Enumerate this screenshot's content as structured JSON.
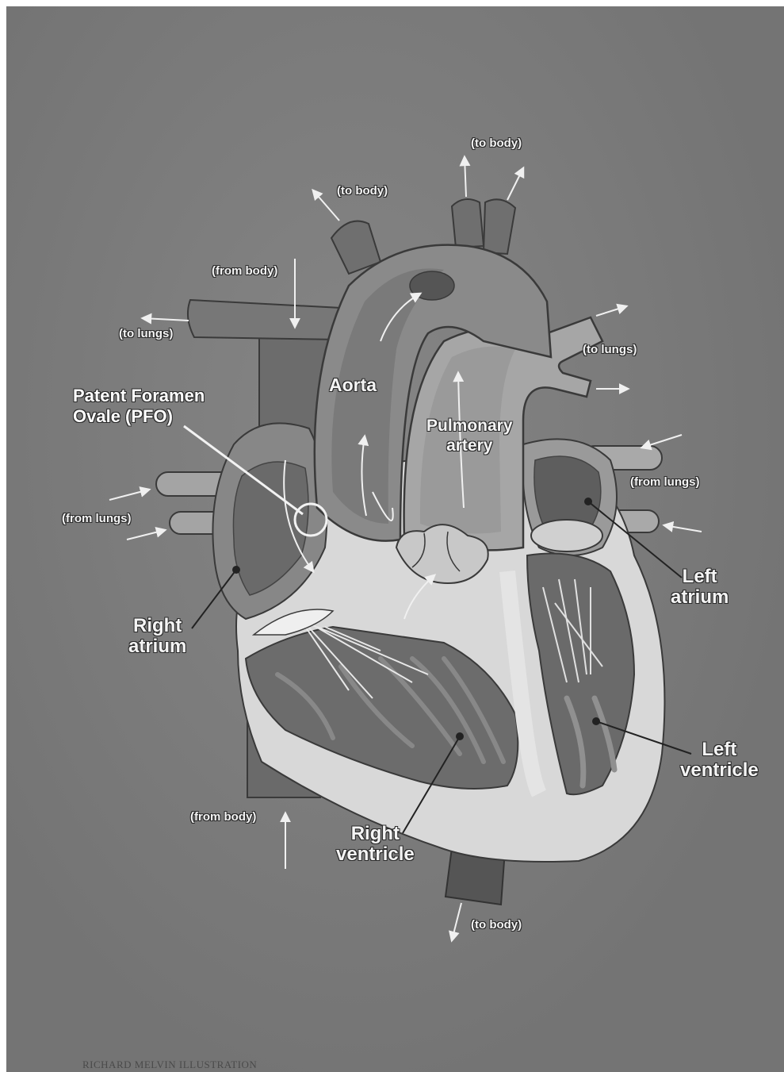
{
  "structures": {
    "aorta": "Aorta",
    "pulmonary_artery": [
      "Pulmonary",
      "artery"
    ],
    "pfo": [
      "Patent Foramen",
      "Ovale (PFO)"
    ],
    "right_atrium": [
      "Right",
      "atrium"
    ],
    "left_atrium": [
      "Left",
      "atrium"
    ],
    "right_ventricle": [
      "Right",
      "ventricle"
    ],
    "left_ventricle": [
      "Left",
      "ventricle"
    ]
  },
  "flow_labels": {
    "to_body_top": "(to body)",
    "to_body_arch": "(to body)",
    "from_body_top": "(from body)",
    "to_lungs_left": "(to lungs)",
    "to_lungs_right": "(to lungs)",
    "from_lungs_right": "(from lungs)",
    "from_lungs_left": "(from lungs)",
    "from_body_bottom": "(from body)",
    "to_body_bottom": "(to body)"
  },
  "credit": "RICHARD MELVIN ILLUSTRATION"
}
